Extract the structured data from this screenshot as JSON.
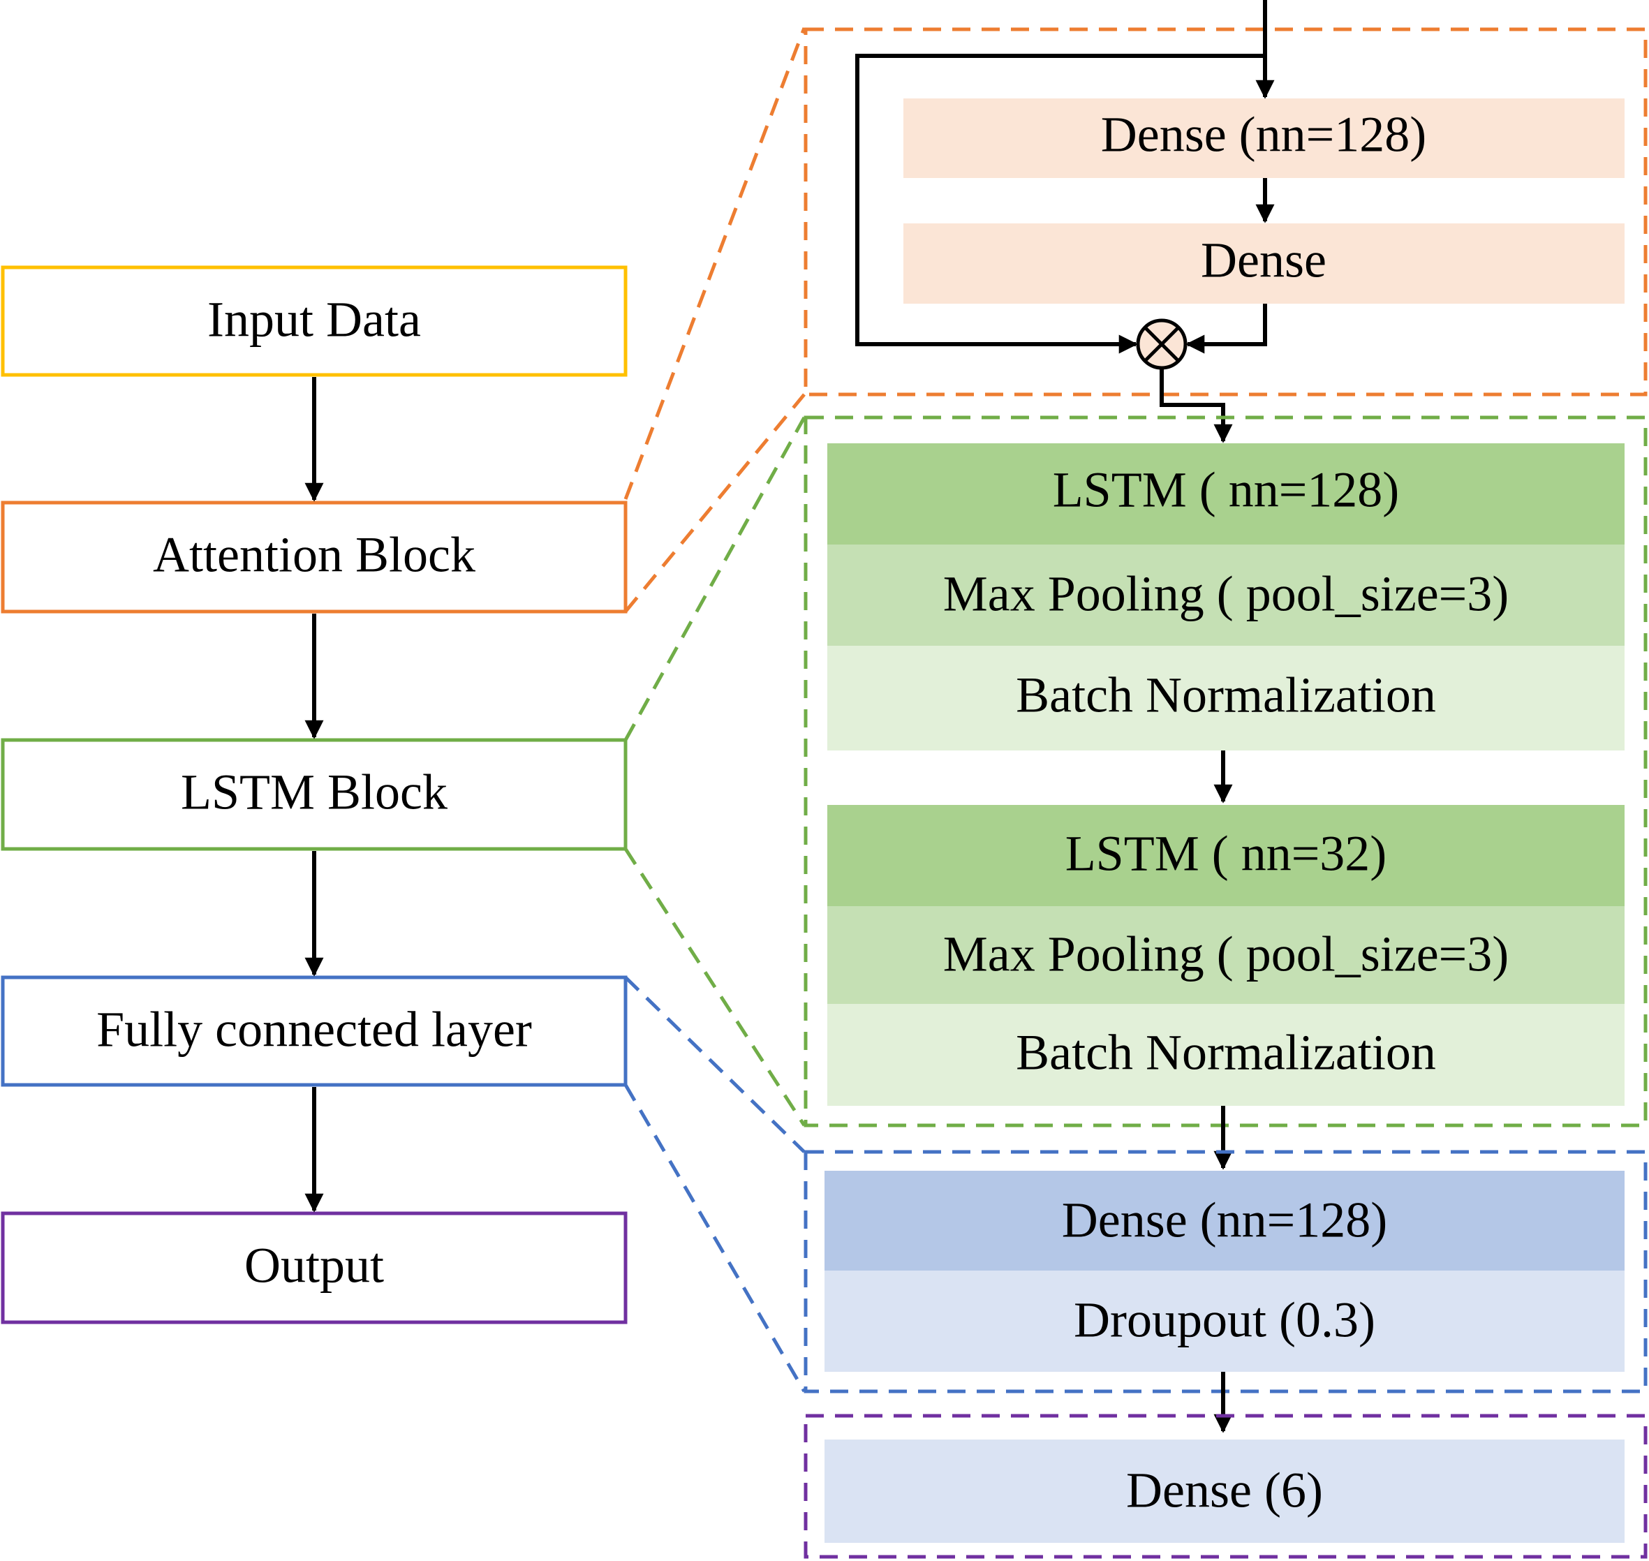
{
  "flow": {
    "input": "Input Data",
    "attention": "Attention Block",
    "lstm": "LSTM Block",
    "fc": "Fully connected layer",
    "output": "Output"
  },
  "attention_detail": {
    "dense1": "Dense (nn=128)",
    "dense2": "Dense"
  },
  "lstm_detail": {
    "lstm1": "LSTM ( nn=128)",
    "pool1": "Max Pooling ( pool_size=3)",
    "bn1": "Batch Normalization",
    "lstm2": "LSTM ( nn=32)",
    "pool2": "Max Pooling ( pool_size=3)",
    "bn2": "Batch Normalization"
  },
  "fc_detail": {
    "dense": "Dense (nn=128)",
    "dropout": "Droupout (0.3)"
  },
  "output_detail": {
    "dense": "Dense (6)"
  },
  "colors": {
    "input": "#FFC000",
    "attention": "#ED7D31",
    "lstm": "#70AD47",
    "fc": "#4472C4",
    "output": "#7030A0",
    "attention_fill": "#FBE5D6",
    "lstm_dark": "#A9D18E",
    "lstm_mid": "#C5E0B4",
    "lstm_light": "#E2F0D9",
    "fc_dark": "#B4C7E7",
    "fc_light": "#DAE3F3"
  }
}
